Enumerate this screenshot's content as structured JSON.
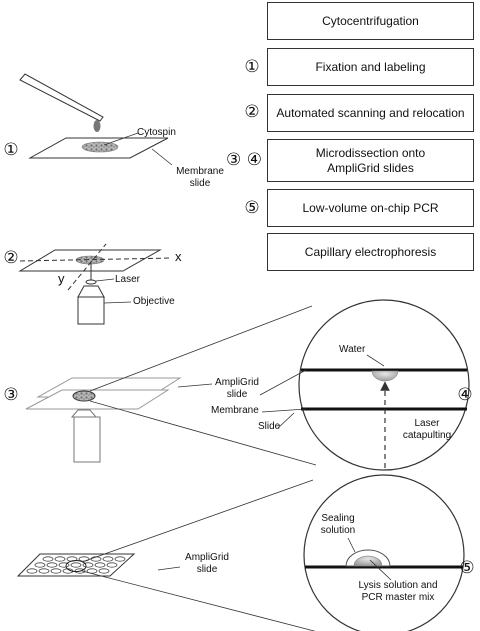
{
  "workflow_steps": [
    {
      "number": "",
      "label": "Cytocentrifugation"
    },
    {
      "number": "①",
      "label": "Fixation and labeling"
    },
    {
      "number": "②",
      "label": "Automated scanning and relocation"
    },
    {
      "number": "③ ④",
      "label": "Microdissection onto\nAmpliGrid slides"
    },
    {
      "number": "⑤",
      "label": "Low-volume on-chip PCR"
    },
    {
      "number": "",
      "label": "Capillary electrophoresis"
    }
  ],
  "panel1": {
    "number": "①",
    "cytospin_label": "Cytospin",
    "slide_label": "Membrane\nslide"
  },
  "panel2": {
    "number": "②",
    "axis_x": "x",
    "axis_y": "y",
    "laser_label": "Laser",
    "objective_label": "Objective"
  },
  "panel3": {
    "number": "③",
    "ampligrid_label": "AmpliGrid\nslide",
    "membrane_label": "Membrane",
    "slide_label": "Slide"
  },
  "zoom4": {
    "number": "④",
    "water_label": "Water",
    "laser_label": "Laser\ncatapulting"
  },
  "panel5": {
    "ampligrid_label": "AmpliGrid\nslide"
  },
  "zoom5": {
    "number": "⑤",
    "sealing_label": "Sealing\nsolution",
    "lysis_label": "Lysis solution and\nPCR master mix"
  }
}
